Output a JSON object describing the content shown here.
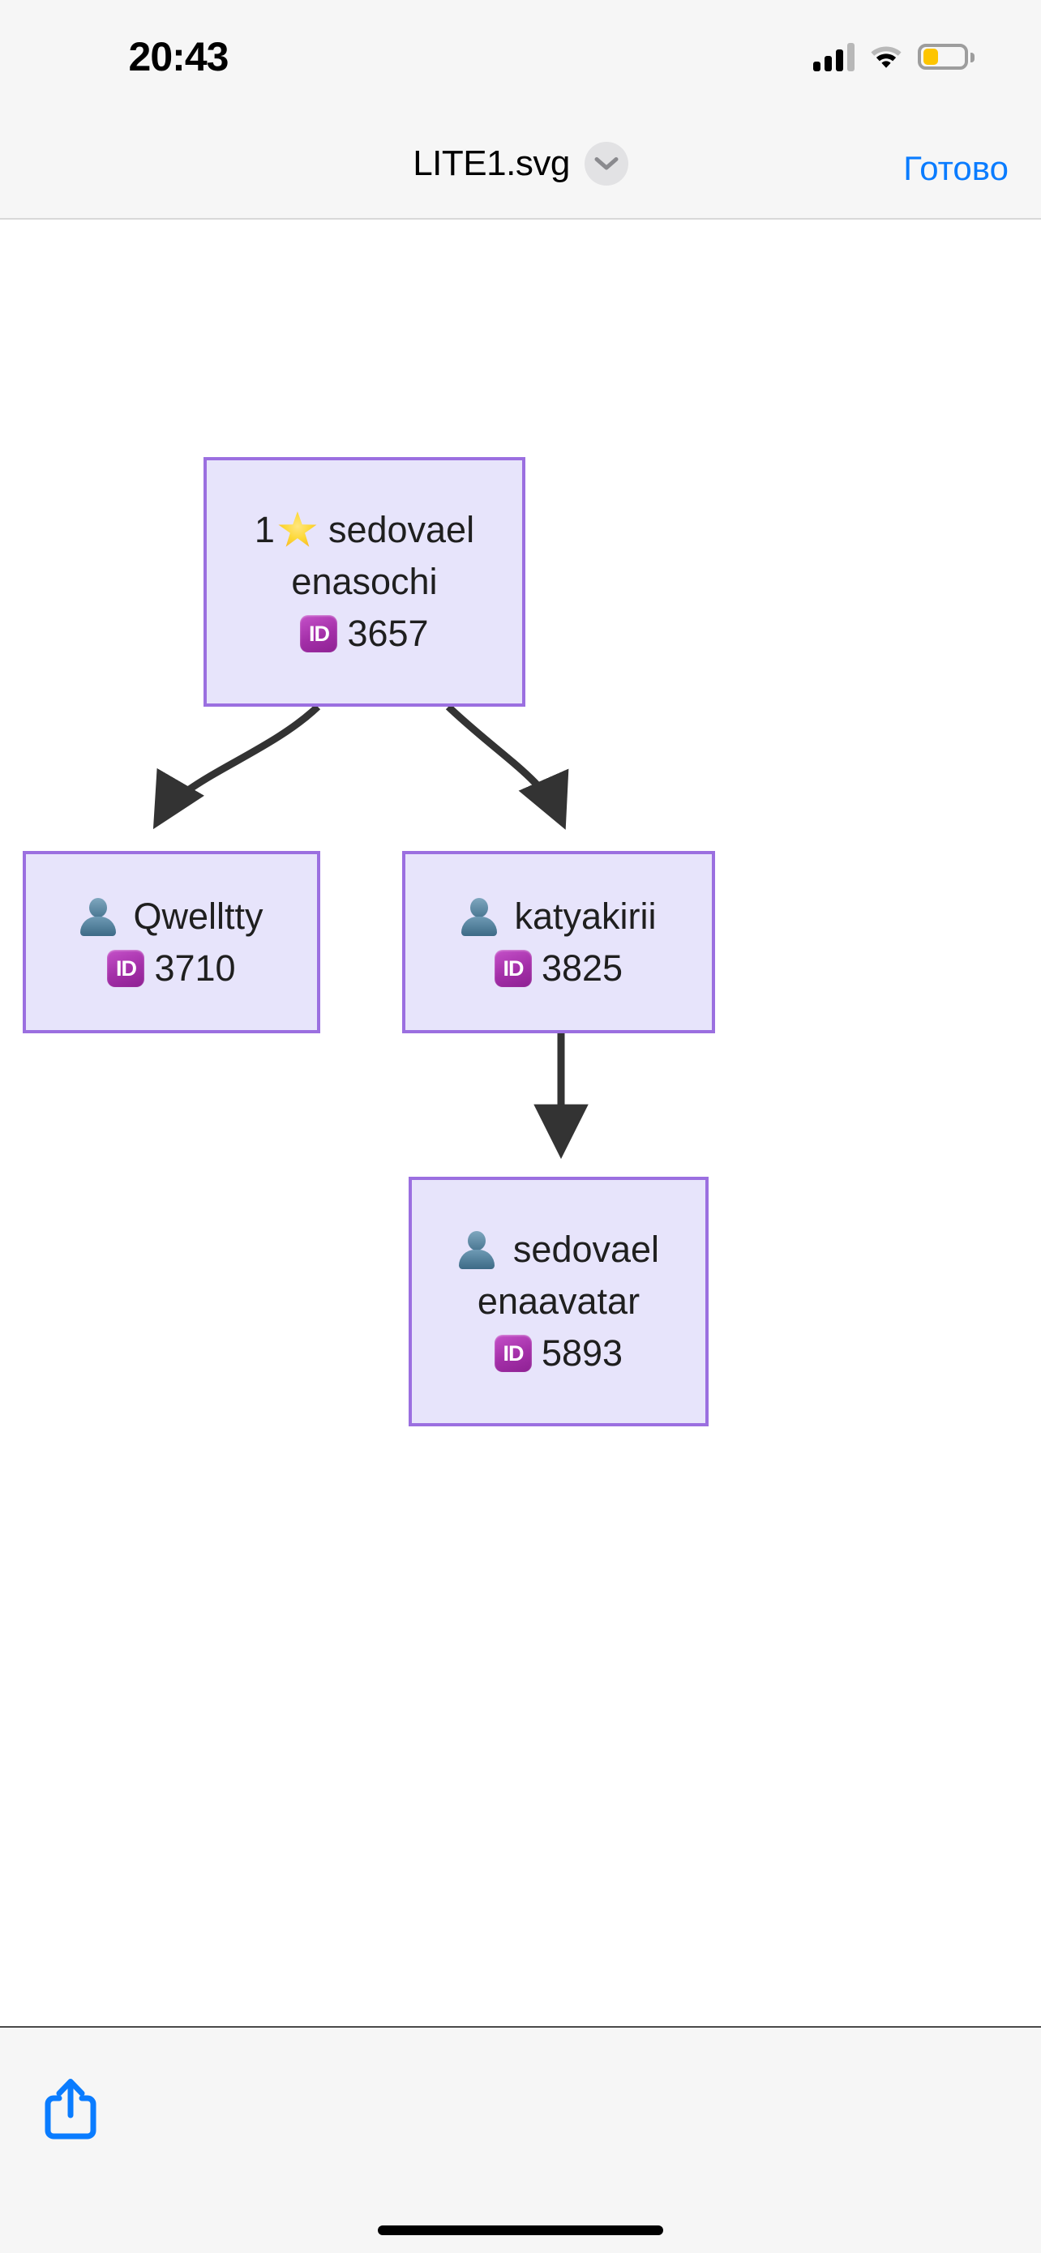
{
  "status_bar": {
    "time": "20:43",
    "cellular_icon": "signal-bars-icon",
    "wifi_icon": "wifi-icon",
    "battery_icon": "battery-icon",
    "battery_color": "#fdc500"
  },
  "nav_bar": {
    "title": "LITE1.svg",
    "chevron_icon": "chevron-down-icon",
    "done_label": "Готово",
    "done_color": "#0a7cff"
  },
  "diagram": {
    "node_fill": "#e7e4fb",
    "node_border": "#9b6fe0",
    "edge_color": "#333333",
    "nodes": [
      {
        "id": "n1",
        "rank_prefix": "1",
        "star_icon": "star-emoji",
        "name_line1": "sedovael",
        "name_line2": "enasochi",
        "id_icon": "id-emoji",
        "id_label": "ID",
        "id_value": "3657"
      },
      {
        "id": "n2",
        "person_icon": "person-emoji",
        "name_line1": "Qwelltty",
        "name_line2": "",
        "id_icon": "id-emoji",
        "id_label": "ID",
        "id_value": "3710"
      },
      {
        "id": "n3",
        "person_icon": "person-emoji",
        "name_line1": "katyakirii",
        "name_line2": "",
        "id_icon": "id-emoji",
        "id_label": "ID",
        "id_value": "3825"
      },
      {
        "id": "n4",
        "person_icon": "person-emoji",
        "name_line1": "sedovael",
        "name_line2": "enaavatar",
        "id_icon": "id-emoji",
        "id_label": "ID",
        "id_value": "5893"
      }
    ],
    "edges": [
      {
        "from": "n1",
        "to": "n2"
      },
      {
        "from": "n1",
        "to": "n3"
      },
      {
        "from": "n3",
        "to": "n4"
      }
    ]
  },
  "toolbar": {
    "share_icon": "share-icon",
    "share_color": "#0a7cff",
    "home_indicator": "home-indicator"
  }
}
